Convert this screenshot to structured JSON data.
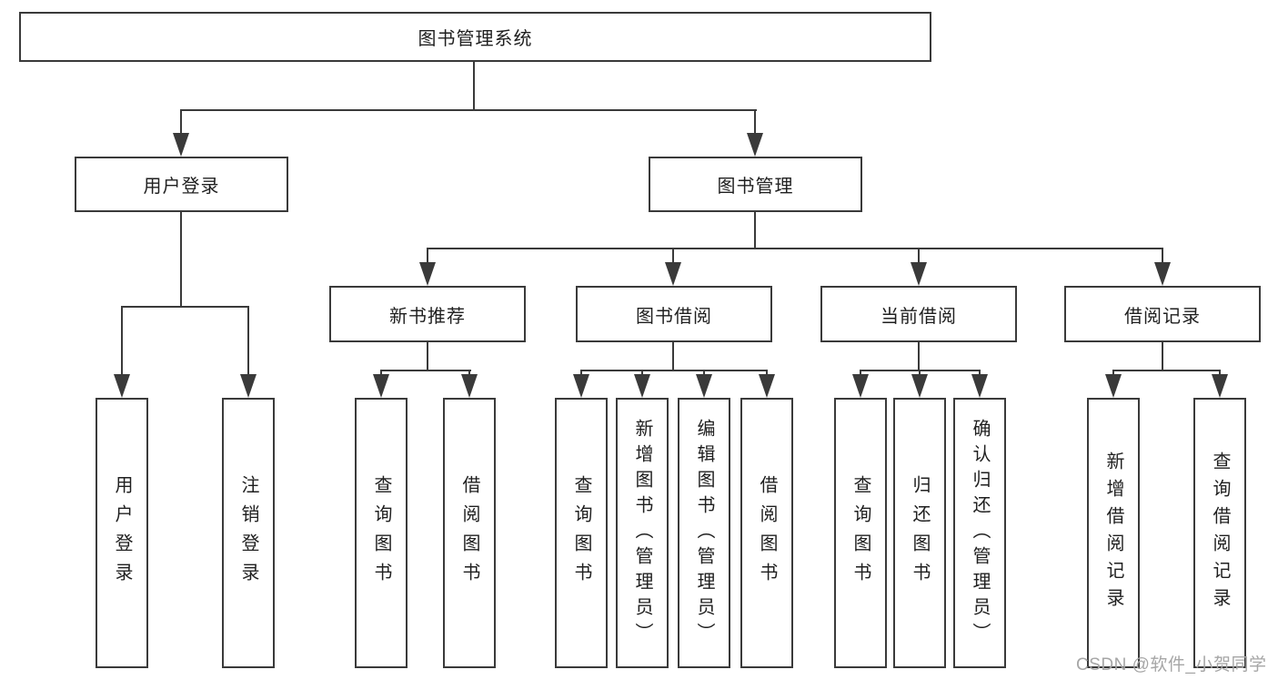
{
  "diagram": {
    "type": "tree",
    "title": "图书管理系统",
    "watermark": "CSDN @软件_小贺同学",
    "colors": {
      "background": "#ffffff",
      "line": "#3a3a3a",
      "text": "#1f1f1f",
      "watermark": "#a6a6a6"
    },
    "nodes": {
      "root": {
        "label": "图书管理系统"
      },
      "level2": [
        {
          "label": "用户登录"
        },
        {
          "label": "图书管理"
        }
      ],
      "level3": [
        {
          "label": "新书推荐"
        },
        {
          "label": "图书借阅"
        },
        {
          "label": "当前借阅"
        },
        {
          "label": "借阅记录"
        }
      ],
      "leaves": {
        "user_login": [
          "用户登录",
          "注销登录"
        ],
        "new_books": [
          "查询图书",
          "借阅图书"
        ],
        "borrow": [
          "查询图书",
          "新增图书（管理员）",
          "编辑图书（管理员）",
          "借阅图书"
        ],
        "current": [
          "查询图书",
          "归还图书",
          "确认归还（管理员）"
        ],
        "records": [
          "新增借阅记录",
          "查询借阅记录"
        ]
      }
    }
  }
}
